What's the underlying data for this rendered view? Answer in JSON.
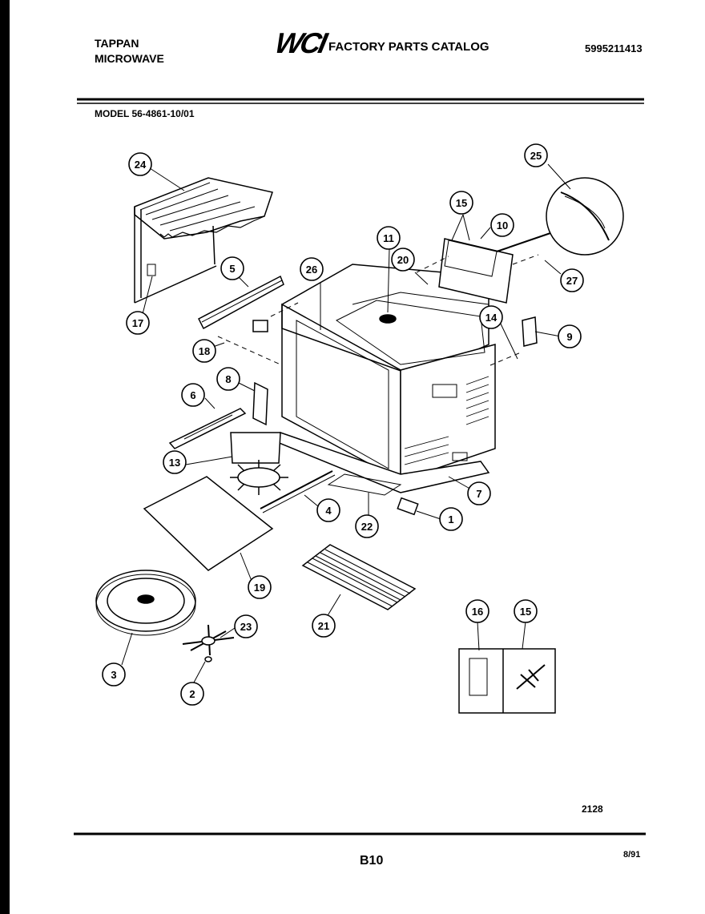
{
  "header": {
    "brand": "TAPPAN",
    "product": "MICROWAVE",
    "logo": "WCI",
    "catalog_title": "FACTORY PARTS CATALOG",
    "part_number": "5995211413"
  },
  "model": "MODEL 56-4861-10/01",
  "footer": {
    "reference": "2128",
    "page": "B10",
    "date": "8/91"
  },
  "callouts": [
    "1",
    "2",
    "3",
    "4",
    "5",
    "6",
    "7",
    "8",
    "9",
    "10",
    "11",
    "13",
    "14",
    "15",
    "15",
    "16",
    "17",
    "18",
    "19",
    "20",
    "21",
    "22",
    "23",
    "24",
    "25",
    "26",
    "27"
  ]
}
